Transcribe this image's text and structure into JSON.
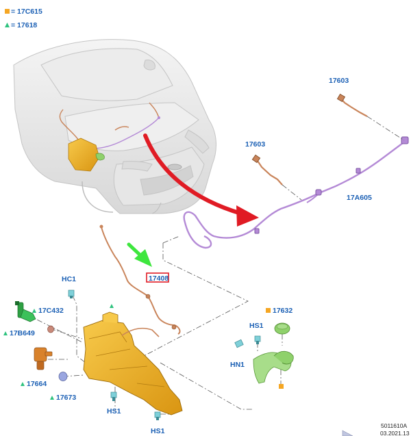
{
  "legend": [
    {
      "marker": "square",
      "color": "#f5a623",
      "text": "= 17C615"
    },
    {
      "marker": "triangle",
      "color": "#2ec27e",
      "text": "= 17618"
    }
  ],
  "labels": {
    "hose_front_a": "17603",
    "hose_front_b": "17603",
    "hose_main": "17A605",
    "hose_highlight": "17408",
    "hc1": "HC1",
    "part_17c432": "17C432",
    "part_17b649": "17B649",
    "part_17664": "17664",
    "part_17673": "17673",
    "hs1_left_top": "HS1",
    "hs1_left_bottom": "HS1",
    "hs1_right": "HS1",
    "hn1": "HN1",
    "part_17632": "17632"
  },
  "colors": {
    "label": "#1a5fb4",
    "hose": "#b48ad6",
    "reservoir": "#f0b323",
    "copper": "#c9845a",
    "arrow_red": "#e01b24",
    "arrow_green": "#3ee63e",
    "filler": "#8fd16b"
  },
  "footer": {
    "ref": "5011610A",
    "date": "03.2021.13"
  }
}
